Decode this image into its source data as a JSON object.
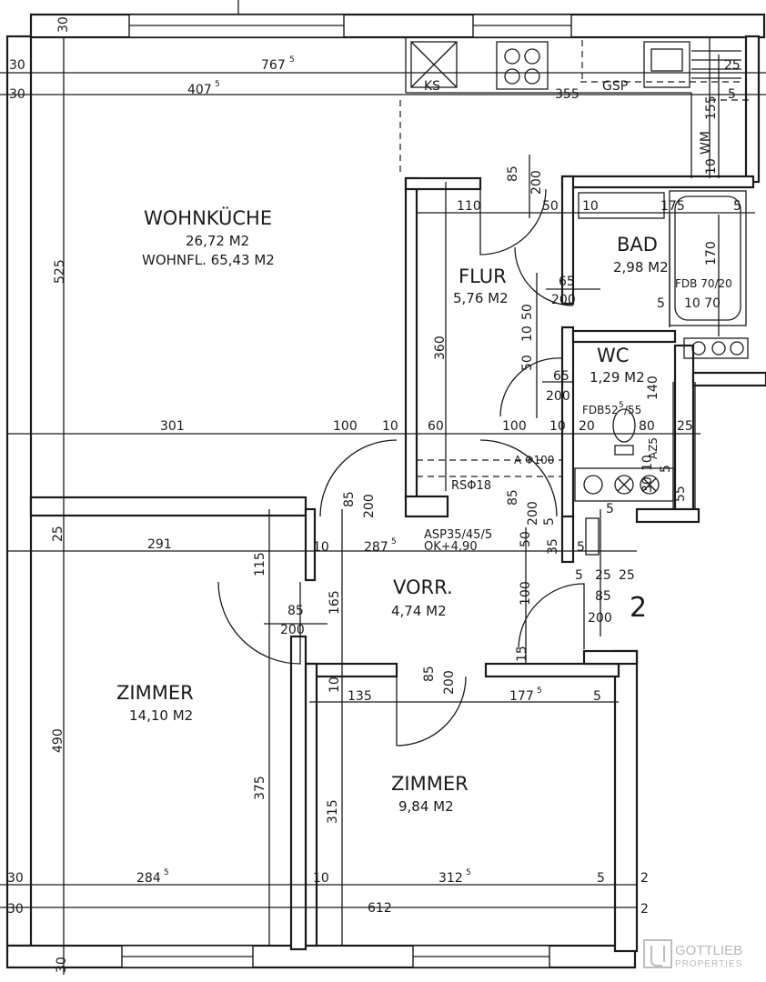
{
  "rooms": {
    "wohnkueche": {
      "name": "WOHNKÜCHE",
      "area": "26,72 M2",
      "wohnfl": "WOHNFL. 65,43 M2"
    },
    "bad": {
      "name": "BAD",
      "area": "2,98 M2"
    },
    "flur": {
      "name": "FLUR",
      "area": "5,76 M2"
    },
    "wc": {
      "name": "WC",
      "area": "1,29 M2"
    },
    "vorr": {
      "name": "VORR.",
      "area": "4,74 M2"
    },
    "zimmer1": {
      "name": "ZIMMER",
      "area": "14,10 M2"
    },
    "zimmer2": {
      "name": "ZIMMER",
      "area": "9,84 M2"
    }
  },
  "labels": {
    "ks": "KS",
    "gsp": "GSP",
    "wm": "WM",
    "fdb_bad": "FDB 70/20",
    "fdb_wc": "FDB52",
    "fdb_wc_sup": "5",
    "fdb_wc_tail": "/55",
    "az": "AZ5",
    "a100": "A  Φ100",
    "rs": "RSΦ18",
    "asp": "ASP35/45/5",
    "ok": "OK+4,90",
    "stair": "2"
  },
  "dims": {
    "d7675": "767",
    "d7675_sup": "5",
    "d4075": "407",
    "d4075_sup": "5",
    "d355": "355",
    "d25_top": "25",
    "d5_top": "5",
    "d155": "155",
    "d10_top": "10",
    "d30a": "30",
    "d30b": "30",
    "d30top": "30",
    "d85_a": "85",
    "d200_a": "200",
    "d110": "110",
    "d50_a": "50",
    "d10_bad": "10",
    "d175": "175",
    "d5_bad": "5",
    "d170": "170",
    "d5_b2": "5",
    "d10_70": "10 70",
    "d525": "525",
    "d65_a": "65",
    "d200_b": "200",
    "d50_b": "50",
    "d10_b": "10",
    "d50_c": "50",
    "d360": "360",
    "d65_wc": "65",
    "d200_wc": "200",
    "d140": "140",
    "d301": "301",
    "d100_a": "100",
    "d10_c": "10",
    "d60": "60",
    "d100_b": "100",
    "d10_d": "10",
    "d20": "20",
    "d80": "80",
    "d25_b": "25",
    "d10_e": "10",
    "d30_e": "30",
    "d5_e": "5",
    "d55_e": "55",
    "d85_b": "85",
    "d200_c": "200",
    "d85_c": "85",
    "d200_d": "200",
    "d5_f": "5",
    "d5_g": "5",
    "d25_c": "25",
    "d291": "291",
    "d10_f": "10",
    "d2875": "287",
    "d2875_sup": "5",
    "d50_d": "50",
    "d35": "35",
    "d5_h": "5",
    "d5_i": "5",
    "d25_d": "25",
    "d25_e": "25",
    "d85_d": "85",
    "d115": "115",
    "d85_e": "85",
    "d200_e": "200",
    "d165": "165",
    "d100_c": "100",
    "d200_f": "200",
    "d15": "15",
    "d10_g": "10",
    "d135": "135",
    "d85_f": "85",
    "d200_g": "200",
    "d1775": "177",
    "d1775_sup": "5",
    "d5_j": "5",
    "d490": "490",
    "d375": "375",
    "d315": "315",
    "d30_l1": "30",
    "d30_l2": "30",
    "d30_bot": "30",
    "d2845": "284",
    "d2845_sup": "5",
    "d10_h": "10",
    "d3125": "312",
    "d3125_sup": "5",
    "d5_k": "5",
    "d612": "612",
    "d2_r1": "2",
    "d2_r2": "2"
  },
  "logo": {
    "line1": "GOTTLIEB",
    "line2": "PROPERTIES"
  }
}
